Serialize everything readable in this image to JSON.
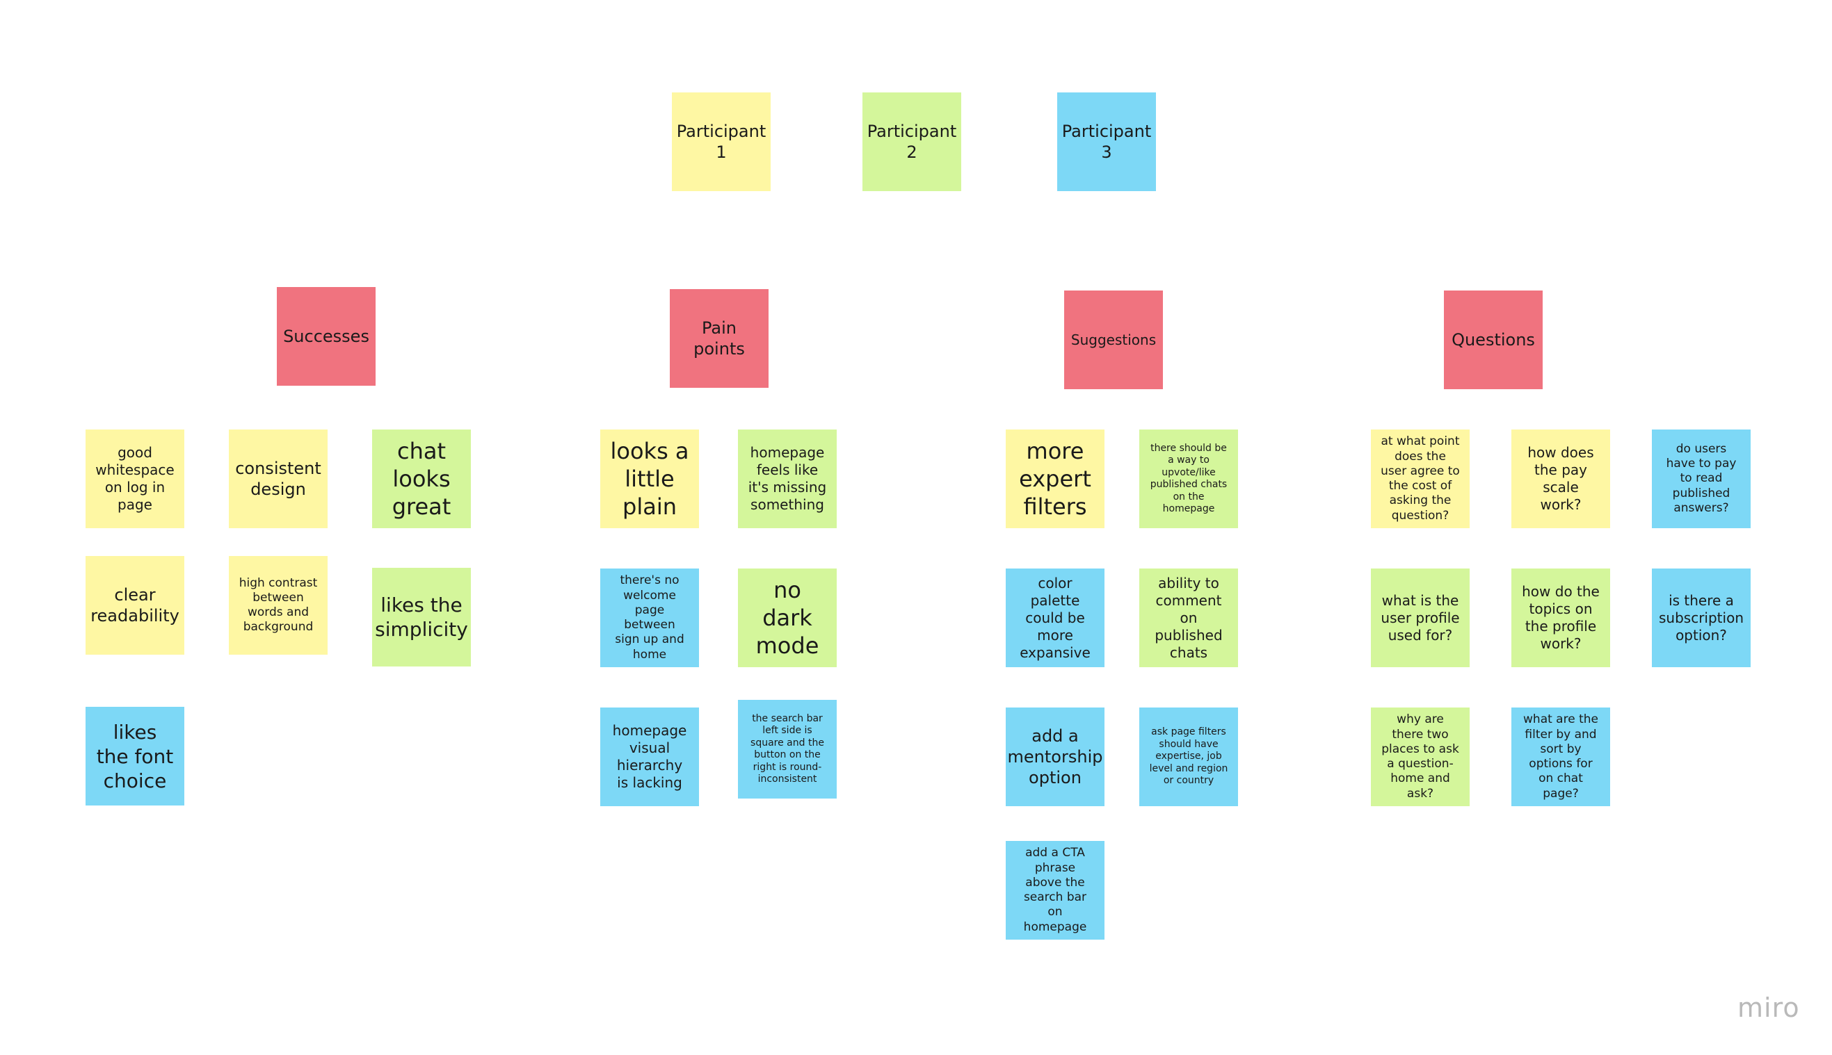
{
  "board": {
    "participants": [
      {
        "text": "Participant 1",
        "color": "yellow"
      },
      {
        "text": "Participant 2",
        "color": "green"
      },
      {
        "text": "Participant 3",
        "color": "blue"
      }
    ],
    "categories": {
      "successes": "Successes",
      "pain_points": "Pain points",
      "suggestions": "Suggestions",
      "questions": "Questions"
    },
    "successes": [
      "good whitespace on log in page",
      "consistent design",
      "chat looks great",
      "clear readability",
      "high contrast between words and background",
      "likes the simplicity",
      "likes the font choice"
    ],
    "pain_points": [
      "looks a little plain",
      "homepage feels like it's missing something",
      "there's no welcome page between sign up and home",
      "no dark mode",
      "homepage visual hierarchy is lacking",
      "the search bar left side is square and the button on the right is round-inconsistent"
    ],
    "suggestions": [
      "more expert filters",
      "there should be a way to upvote/like published chats on the homepage",
      "color palette could be more expansive",
      "ability to comment on published chats",
      "add a mentorship option",
      "ask page filters should have expertise, job level and region or country",
      "add a CTA phrase  above the search bar on homepage"
    ],
    "questions": [
      "at what point does the user agree to the cost of asking the question?",
      "how does the pay scale work?",
      "do users have to pay to read published answers?",
      "what is the user profile used for?",
      "how do the topics on the profile work?",
      "is there a subscription option?",
      "why are there two places to ask a question- home and ask?",
      "what are the filter by and sort by options for on chat page?"
    ]
  },
  "branding": {
    "logo_text": "miro"
  },
  "colors": {
    "yellow": "#fef7a3",
    "green": "#d4f69b",
    "blue": "#7dd8f6",
    "pink": "#f0737f"
  }
}
